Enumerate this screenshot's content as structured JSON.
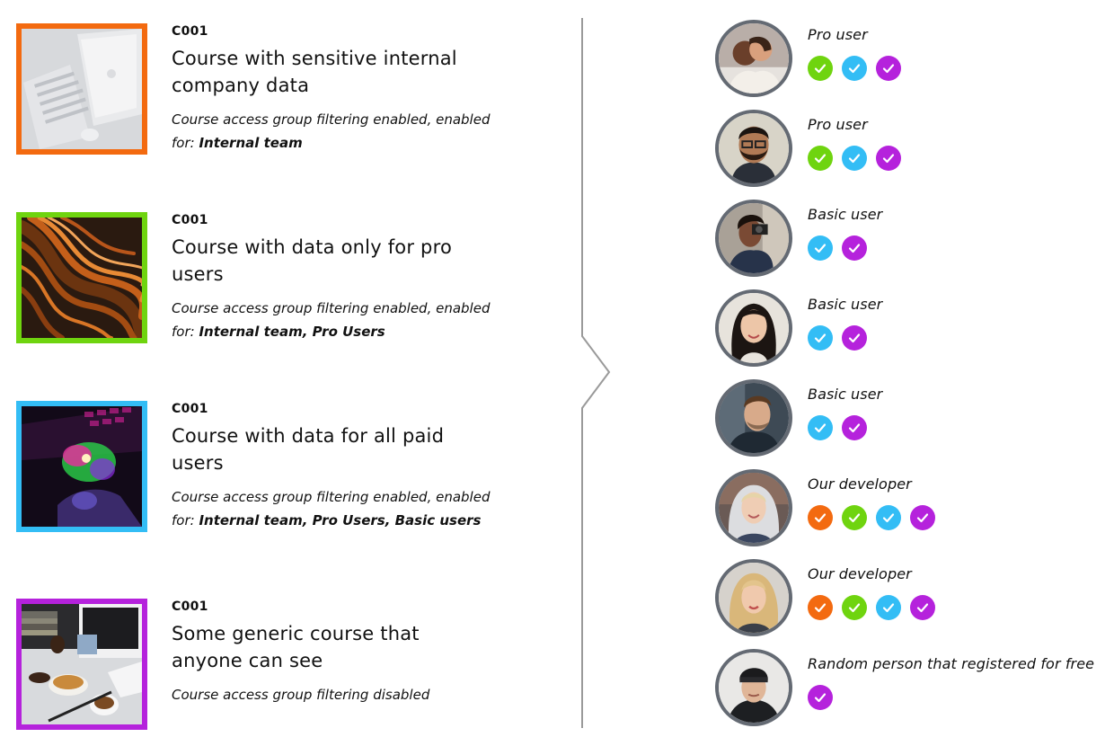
{
  "colors": {
    "internal": "#f36a10",
    "pro": "#6fd40f",
    "basic": "#33bdf5",
    "free": "#b522dc",
    "avatar_border": "#646a73",
    "divider": "#9a9a9a"
  },
  "courses": [
    {
      "code": "C001",
      "title": "Course with sensitive internal company data",
      "desc_prefix": "Course access group filtering enabled, enabled for: ",
      "desc_bold": "Internal team",
      "border": "#f36a10",
      "image": "laptop-keyboard-image"
    },
    {
      "code": "C001",
      "title": "Course with data only for pro users",
      "desc_prefix": "Course access group filtering enabled, enabled for: ",
      "desc_bold": "Internal team, Pro Users",
      "border": "#6fd40f",
      "image": "orange-waves-image"
    },
    {
      "code": "C001",
      "title": "Course with data for all paid users",
      "desc_prefix": "Course access group filtering enabled, enabled for: ",
      "desc_bold": "Internal team, Pro Users, Basic users",
      "border": "#33bdf5",
      "image": "neon-gaming-image"
    },
    {
      "code": "C001",
      "title": "Some generic course that anyone can see",
      "desc_prefix": "Course access group filtering disabled",
      "desc_bold": "",
      "border": "#b522dc",
      "image": "desk-breakfast-image"
    }
  ],
  "users": [
    {
      "role": "Pro user",
      "checks": [
        "pro",
        "basic",
        "free"
      ]
    },
    {
      "role": "Pro user",
      "checks": [
        "pro",
        "basic",
        "free"
      ]
    },
    {
      "role": "Basic user",
      "checks": [
        "basic",
        "free"
      ]
    },
    {
      "role": "Basic user",
      "checks": [
        "basic",
        "free"
      ]
    },
    {
      "role": "Basic user",
      "checks": [
        "basic",
        "free"
      ]
    },
    {
      "role": "Our developer",
      "checks": [
        "internal",
        "pro",
        "basic",
        "free"
      ]
    },
    {
      "role": "Our developer",
      "checks": [
        "internal",
        "pro",
        "basic",
        "free"
      ]
    },
    {
      "role": "Random person that registered for free",
      "checks": [
        "free"
      ]
    }
  ]
}
